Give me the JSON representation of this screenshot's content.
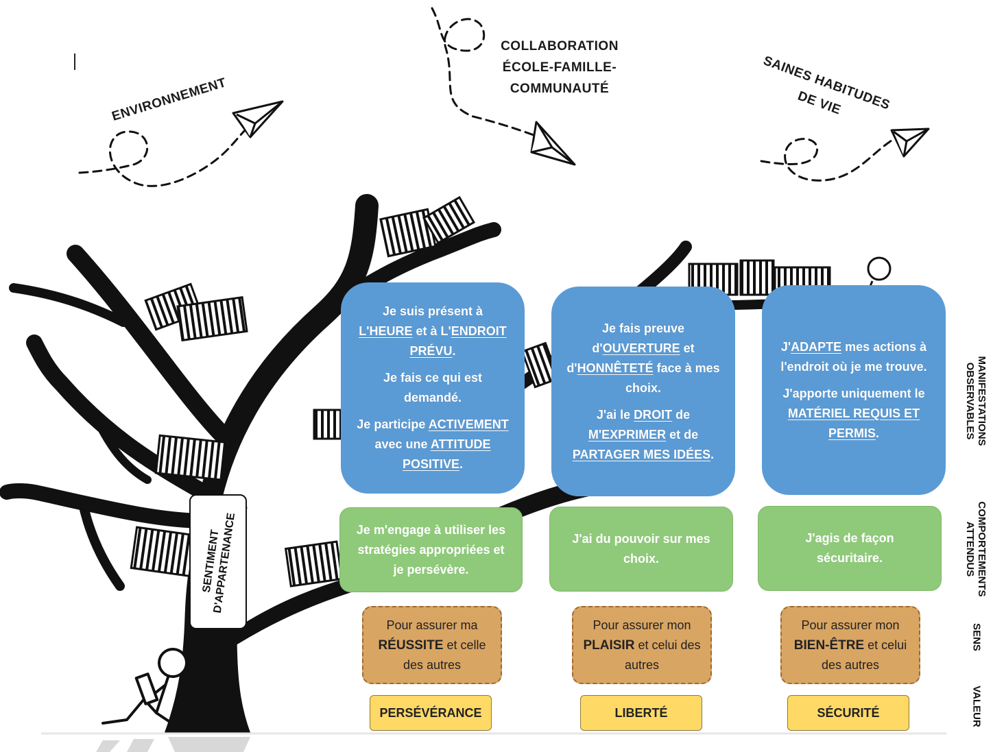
{
  "themes": {
    "environment": "ENVIRONNEMENT",
    "collaboration": [
      "COLLABORATION",
      "ÉCOLE-FAMILLE-",
      "COMMUNAUTÉ"
    ],
    "habits": [
      "SAINES HABITUDES",
      "DE VIE"
    ]
  },
  "belonging_label": [
    "SENTIMENT",
    "D'APPARTENANCE"
  ],
  "row_labels": {
    "manifestations": [
      "MANIFESTATIONS",
      "OBSERVABLES"
    ],
    "comportements": [
      "COMPORTEMENTS",
      "ATTENDUS"
    ],
    "sens": "SENS",
    "valeur": "VALEUR"
  },
  "columns": [
    {
      "manifestations": [
        [
          "Je suis présent à ",
          {
            "u": "L'HEURE"
          },
          " et à L'",
          {
            "u": "ENDROIT PRÉVU"
          },
          "."
        ],
        [
          "Je fais ce qui est demandé."
        ],
        [
          "Je participe ",
          {
            "u": "ACTIVEMENT"
          },
          " avec une ",
          {
            "u": "ATTITUDE POSITIVE"
          },
          "."
        ]
      ],
      "comportement": "Je m'engage à utiliser les stratégies appropriées et je persévère.",
      "sens": {
        "prefix": "Pour assurer ma",
        "keyword": "RÉUSSITE",
        "suffix": " et celle des autres"
      },
      "valeur": "PERSÉVÉRANCE"
    },
    {
      "manifestations": [
        [
          "Je fais preuve d'",
          {
            "u": "OUVERTURE"
          },
          " et d'",
          {
            "u": "HONNÊTETÉ"
          },
          " face à mes choix."
        ],
        [
          "J'ai le ",
          {
            "u": "DROIT"
          },
          " de ",
          {
            "u": "M'EXPRIMER"
          },
          " et de ",
          {
            "u": "PARTAGER MES IDÉES"
          },
          "."
        ]
      ],
      "comportement": "J'ai du pouvoir sur mes choix.",
      "sens": {
        "prefix": "Pour assurer mon",
        "keyword": "PLAISIR",
        "suffix": " et celui des autres"
      },
      "valeur": "LIBERTÉ"
    },
    {
      "manifestations": [
        [
          "J'",
          {
            "u": "ADAPTE"
          },
          " mes actions à l'endroit où je me trouve."
        ],
        [
          "J'apporte uniquement le ",
          {
            "u": "MATÉRIEL REQUIS ET PERMIS"
          },
          "."
        ]
      ],
      "comportement": "J'agis de façon sécuritaire.",
      "sens": {
        "prefix": "Pour assurer mon",
        "keyword": "BIEN-ÊTRE",
        "suffix": " et celui des autres"
      },
      "valeur": "SÉCURITÉ"
    }
  ],
  "colors": {
    "manifestation_box": "#5b9bd5",
    "comportement_box": "#8fc97a",
    "sens_box": "#d9a563",
    "valeur_box": "#ffd966",
    "tree": "#111111"
  },
  "icons": [
    "paper-plane-icon",
    "tree-illustration",
    "book-stack-icon",
    "reading-person-icon"
  ]
}
